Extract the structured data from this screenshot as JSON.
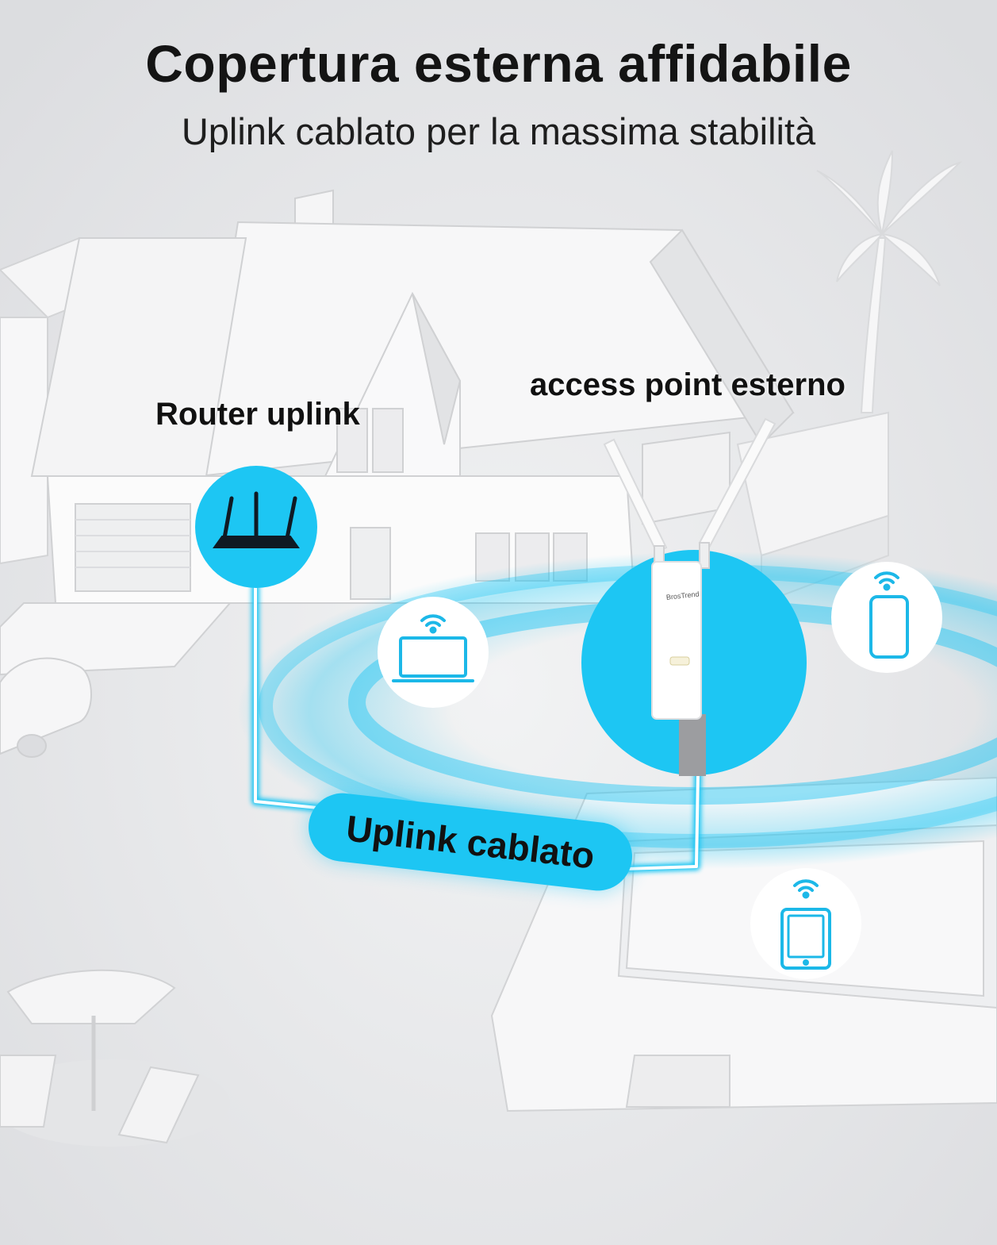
{
  "header": {
    "title": "Copertura esterna affidabile",
    "subtitle": "Uplink cablato per la massima stabilità"
  },
  "labels": {
    "router": "Router uplink",
    "access_point": "access point esterno",
    "wired_uplink": "Uplink cablato"
  },
  "device": {
    "brand": "BrosTrend"
  },
  "icons": [
    "router-icon",
    "laptop-wifi-icon",
    "phone-wifi-icon",
    "tablet-wifi-icon"
  ],
  "colors": {
    "accent": "#1dc6f3",
    "icon_stroke": "#1cb8e8",
    "background": "#e9eaec"
  }
}
